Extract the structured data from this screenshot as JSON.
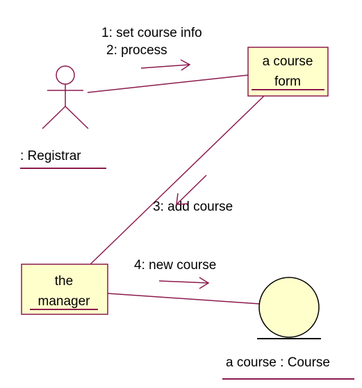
{
  "diagram": {
    "type": "UML collaboration diagram",
    "colors": {
      "line": "#8b1a4e",
      "object_fill": "#ffffcc",
      "object_border": "#8b1a4e",
      "text": "#000000",
      "background": "#ffffff"
    },
    "actor": {
      "label": ": Registrar",
      "icon": "stick-figure-actor-icon"
    },
    "objects": [
      {
        "id": "course-form",
        "line1": "a course",
        "line2": "form"
      },
      {
        "id": "manager",
        "line1": "the",
        "line2": "manager"
      }
    ],
    "entity": {
      "label": "a course : Course",
      "icon": "entity-circle-icon"
    },
    "messages": [
      {
        "number": "1",
        "text": "1: set course info",
        "from": ": Registrar",
        "to": "a course form"
      },
      {
        "number": "2",
        "text": "2: process",
        "from": ": Registrar",
        "to": "a course form"
      },
      {
        "number": "3",
        "text": "3: add course",
        "from": "a course form",
        "to": "the manager"
      },
      {
        "number": "4",
        "text": "4: new course",
        "from": "the manager",
        "to": "a course : Course"
      }
    ]
  }
}
